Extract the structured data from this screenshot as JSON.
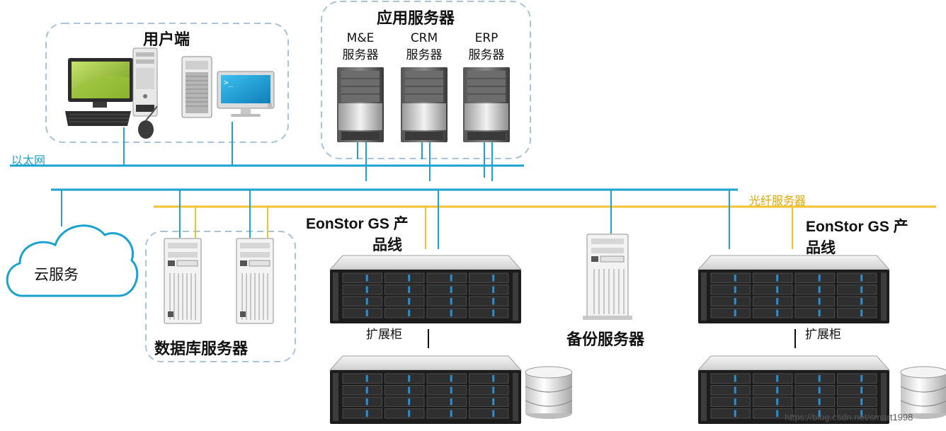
{
  "user_group": {
    "title": "用户端"
  },
  "app_group": {
    "title": "应用服务器",
    "servers": [
      {
        "name": "M&E",
        "role": "服务器"
      },
      {
        "name": "CRM",
        "role": "服务器"
      },
      {
        "name": "ERP",
        "role": "服务器"
      }
    ]
  },
  "networks": {
    "ethernet": "以太网",
    "fiber": "光纤服务器"
  },
  "cloud": {
    "label": "云服务"
  },
  "db_group": {
    "title": "数据库服务器"
  },
  "storage_left": {
    "product_line1": "EonStor GS 产",
    "product_line2": "品线",
    "expansion": "扩展柜"
  },
  "storage_right": {
    "product_line1": "EonStor GS 产",
    "product_line2": "品线",
    "expansion": "扩展柜"
  },
  "backup": {
    "label": "备份服务器"
  },
  "watermark": "https://blog.csdn.net/smart1998",
  "colors": {
    "ethernet": "#1aa3cf",
    "fiber": "#f2c12e",
    "group_border": "#a9c4d8"
  }
}
